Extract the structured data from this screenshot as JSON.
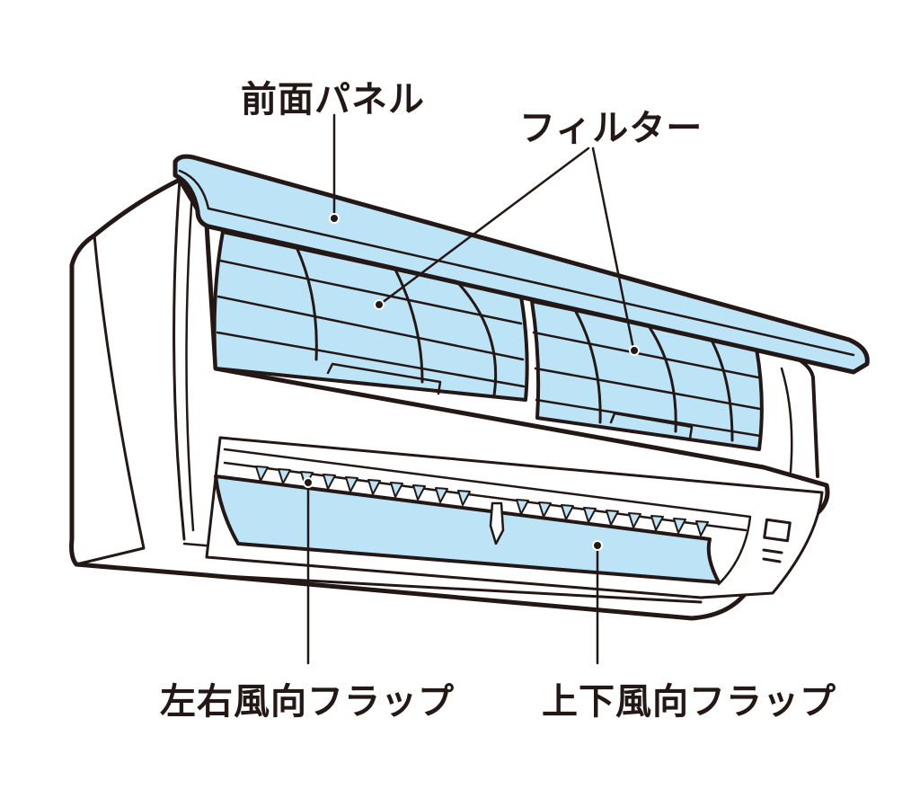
{
  "labels": {
    "front_panel": "前面パネル",
    "filter": "フィルター",
    "horizontal_flap": "左右風向フラップ",
    "vertical_flap": "上下風向フラップ"
  },
  "colors": {
    "fill": "#bde3f6",
    "line": "#231815",
    "body": "#ffffff"
  }
}
